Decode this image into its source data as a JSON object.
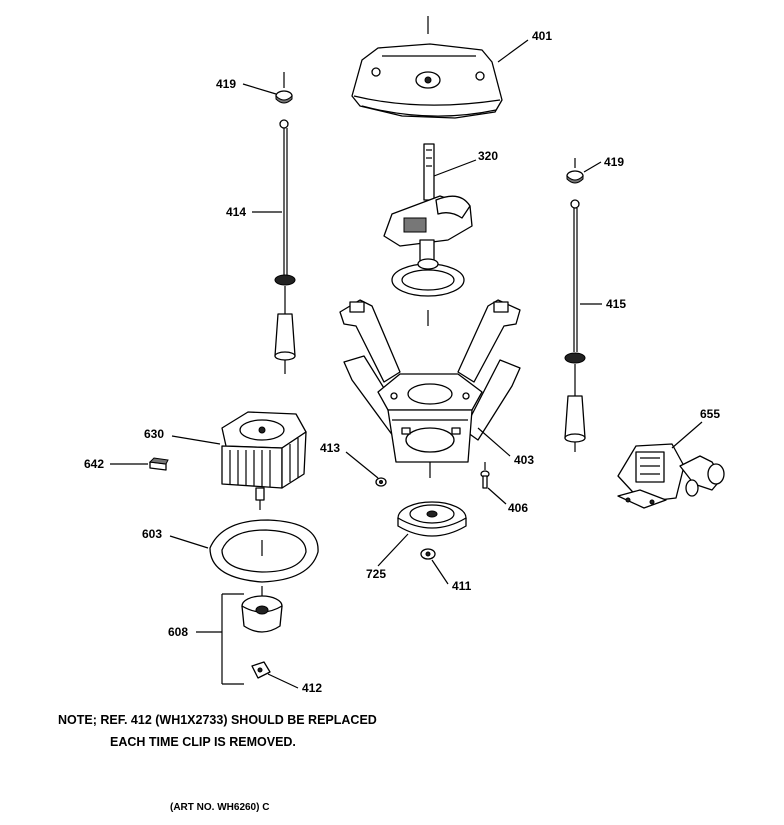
{
  "labels": {
    "p401": "401",
    "p419a": "419",
    "p419b": "419",
    "p320": "320",
    "p414": "414",
    "p415": "415",
    "p630": "630",
    "p642": "642",
    "p413": "413",
    "p403": "403",
    "p655": "655",
    "p406": "406",
    "p603": "603",
    "p725": "725",
    "p411": "411",
    "p608": "608",
    "p412": "412"
  },
  "note": {
    "line1": "NOTE; REF. 412 (WH1X2733) SHOULD BE REPLACED",
    "line2": "EACH TIME CLIP IS REMOVED."
  },
  "art_no": "(ART NO. WH6260) C"
}
